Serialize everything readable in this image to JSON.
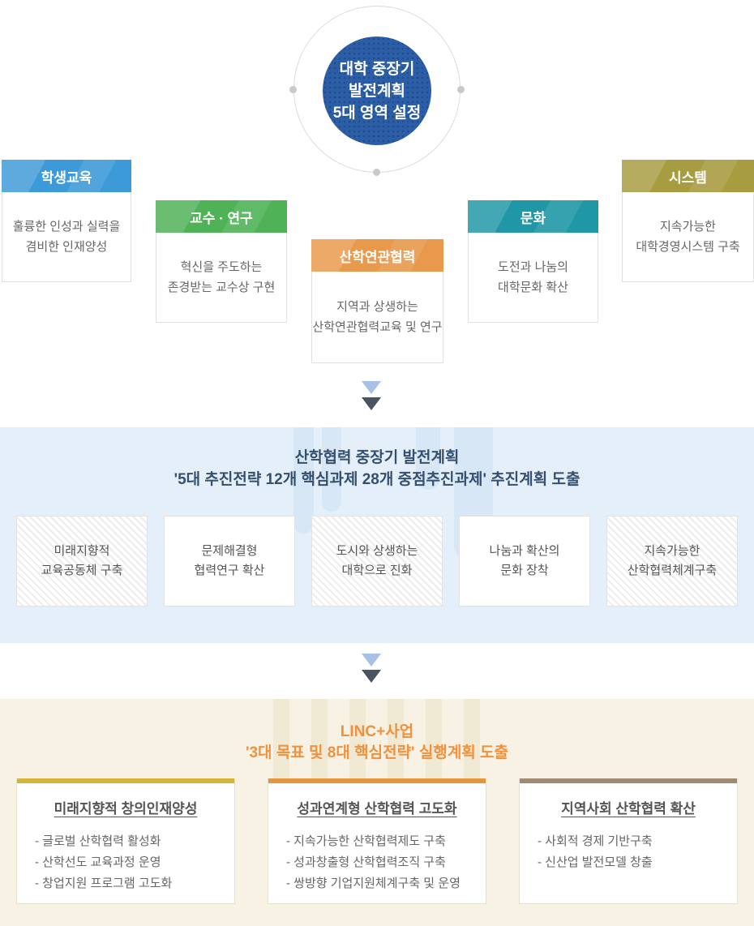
{
  "top": {
    "circle_label": "대학 중장기\n발전계획\n5대 영역 설정",
    "areas": [
      {
        "title": "학생교육",
        "desc": "훌륭한 인성과 실력을\n겸비한 인재양성",
        "color": "#3d9ad8"
      },
      {
        "title": "교수 · 연구",
        "desc": "혁신을 주도하는\n존경받는 교수상 구현",
        "color": "#4fb256"
      },
      {
        "title": "산학연관협력",
        "desc": "지역과 상생하는\n산학연관협력교육 및 연구",
        "color": "#e8994b"
      },
      {
        "title": "문화",
        "desc": "도전과 나눔의\n대학문화 확산",
        "color": "#1f97a6"
      },
      {
        "title": "시스템",
        "desc": "지속가능한\n대학경영시스템 구축",
        "color": "#a89c41"
      }
    ]
  },
  "midplan": {
    "title_line1": "산학협력 중장기 발전계획",
    "title_line2": "'5대 추진전략 12개 핵심과제 28개 중점추진과제' 추진계획 도출",
    "strategies": [
      {
        "label": "미래지향적\n교육공동체 구축"
      },
      {
        "label": "문제해결형\n협력연구 확산"
      },
      {
        "label": "도시와 상생하는\n대학으로 진화"
      },
      {
        "label": "나눔과 확산의\n문화 장착"
      },
      {
        "label": "지속가능한\n산학협력체계구축"
      }
    ]
  },
  "linc": {
    "title_line1": "LINC+사업",
    "title_line2": "'3대 목표 및 8대 핵심전략' 실행계획 도출",
    "cards": [
      {
        "accent_color": "#d4b43c",
        "title": "미래지향적 창의인재양성",
        "items": [
          "- 글로벌 산학협력 활성화",
          "- 산학선도 교육과정 운영",
          "- 창업지원 프로그램 고도화"
        ]
      },
      {
        "accent_color": "#e2973f",
        "title": "성과연계형 산학협력 고도화",
        "items": [
          "- 지속가능한 산학협력제도 구축",
          "- 성과창출형 산학협력조직 구축",
          "- 쌍방향 기업지원체계구축 및 운영"
        ]
      },
      {
        "accent_color": "#9e8b72",
        "title": "지역사회 산학협력 확산",
        "items": [
          "- 사회적 경제 기반구축",
          "- 신산업 발전모델 창출"
        ]
      }
    ]
  },
  "colors": {
    "core_circle": "#2b5ea6",
    "mid_band_bg": "#e5effa",
    "mid_band_title": "#35506d",
    "beige_band_bg": "#f7f2e4",
    "linc_title": "#f0913e",
    "arrow_light": "#a7c2e5",
    "arrow_dark": "#49545f"
  }
}
